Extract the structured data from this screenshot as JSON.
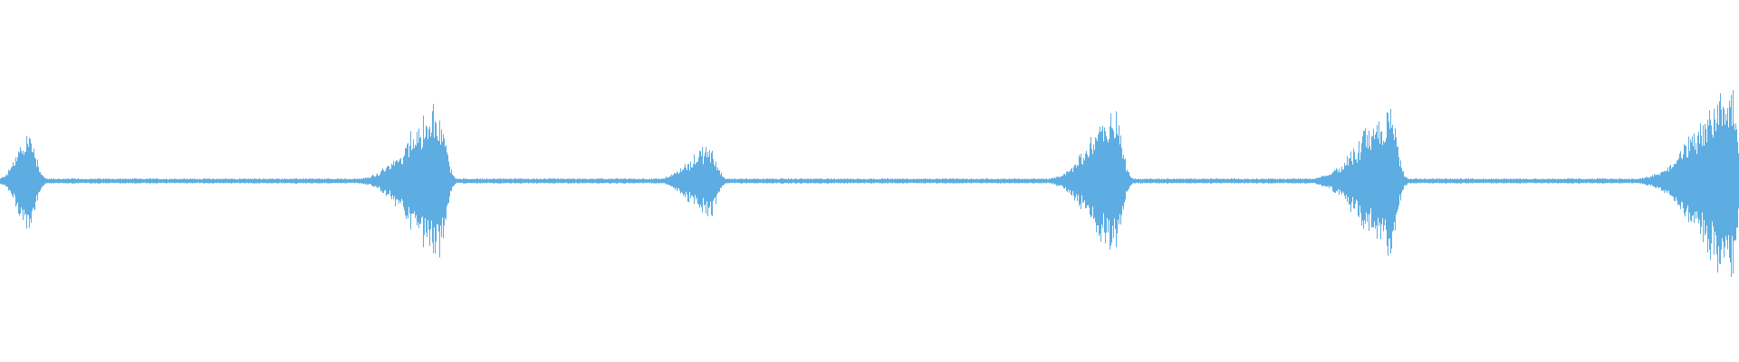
{
  "waveform": {
    "color": "#5DADE2",
    "background": "#ffffff",
    "baseline_amplitude": 0.015,
    "bursts": [
      {
        "time": 0.0165,
        "peak": 0.38,
        "rise": 0.014,
        "decay": 0.006
      },
      {
        "time": 0.252,
        "peak": 0.55,
        "rise": 0.035,
        "decay": 0.006
      },
      {
        "time": 0.408,
        "peak": 0.26,
        "rise": 0.025,
        "decay": 0.006
      },
      {
        "time": 0.641,
        "peak": 0.52,
        "rise": 0.03,
        "decay": 0.006
      },
      {
        "time": 0.799,
        "peak": 0.52,
        "rise": 0.035,
        "decay": 0.006
      },
      {
        "time": 0.995,
        "peak": 0.68,
        "rise": 0.04,
        "decay": 0.006
      }
    ]
  }
}
